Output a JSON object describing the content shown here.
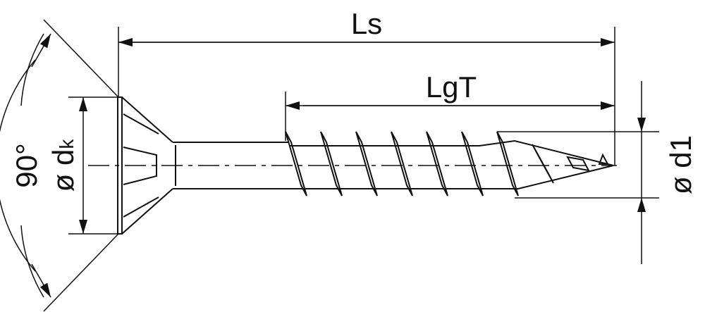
{
  "labels": {
    "overall_length": "Ls",
    "thread_length": "LgT",
    "head_angle": "90°",
    "head_diameter_prefix": "ø d",
    "head_diameter_sub": "k",
    "thread_diameter": "ø d1"
  },
  "colors": {
    "line": "#111111",
    "background": "#ffffff"
  }
}
